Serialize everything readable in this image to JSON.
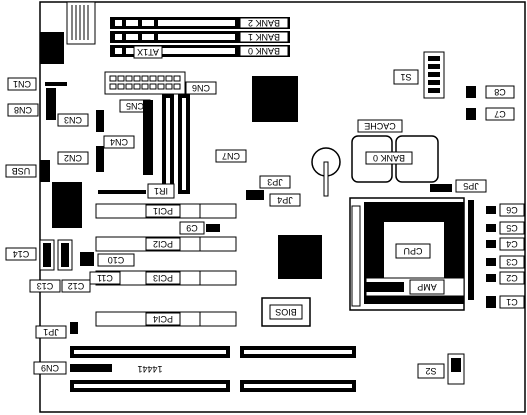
{
  "diagram": {
    "banks": [
      "BANK 2",
      "BANK 1",
      "BANK 0"
    ],
    "at_power": "AT1X",
    "connectors": {
      "cn1": "CN1",
      "cn5": "CN5",
      "cn6": "CN6",
      "cn7": "CN7",
      "cn8": "CN8",
      "cn3": "CN3",
      "cn4": "CN4",
      "cn2": "CN2",
      "cn9": "CN9",
      "usb": "USB"
    },
    "switches": {
      "s1": "S1",
      "s2": "S2"
    },
    "jumpers": {
      "jp1": "JP1",
      "jp3": "JP3",
      "jp4": "JP4",
      "jp5": "JP5"
    },
    "ir": "IR1",
    "pci": [
      "PCI1",
      "PCI2",
      "PCI3",
      "PCI4"
    ],
    "caps_right": [
      "C8",
      "C7",
      "C6",
      "C5",
      "C4",
      "C3",
      "C2",
      "C1"
    ],
    "caps_left": [
      "C9",
      "C10",
      "C11",
      "C12",
      "C13",
      "C14"
    ],
    "cache": "CACHE",
    "bank0_cache": "BANK 0",
    "cpu": "CPU",
    "bios": "BIOS",
    "amp": "AMP",
    "serial": "14441"
  }
}
